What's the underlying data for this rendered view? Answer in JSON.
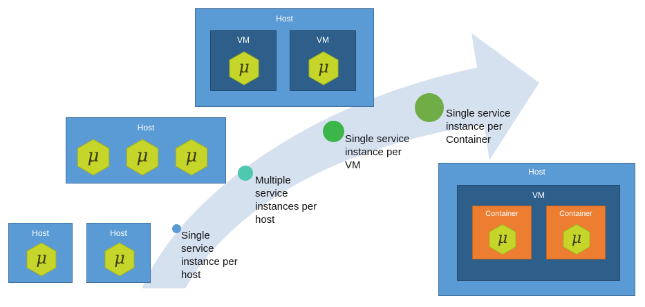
{
  "boxes": {
    "host_label": "Host",
    "vm_label": "VM",
    "container_label": "Container"
  },
  "service_symbol": "μ",
  "stages": [
    {
      "lines": [
        "Single",
        "service",
        "instance per",
        "host"
      ],
      "color": "#5b9bd5"
    },
    {
      "lines": [
        "Multiple",
        "service",
        "instances per",
        "host"
      ],
      "color": "#4ec9b0"
    },
    {
      "lines": [
        "Single service",
        "instance per",
        "VM"
      ],
      "color": "#3cb54a"
    },
    {
      "lines": [
        "Single service",
        "instance per",
        "Container"
      ],
      "color": "#70ad47"
    }
  ],
  "colors": {
    "host": "#5b9bd5",
    "vm": "#2e5f8a",
    "container": "#ed7d31",
    "service_hex": "#c5d52a",
    "arrow": "#d6e1f0"
  }
}
